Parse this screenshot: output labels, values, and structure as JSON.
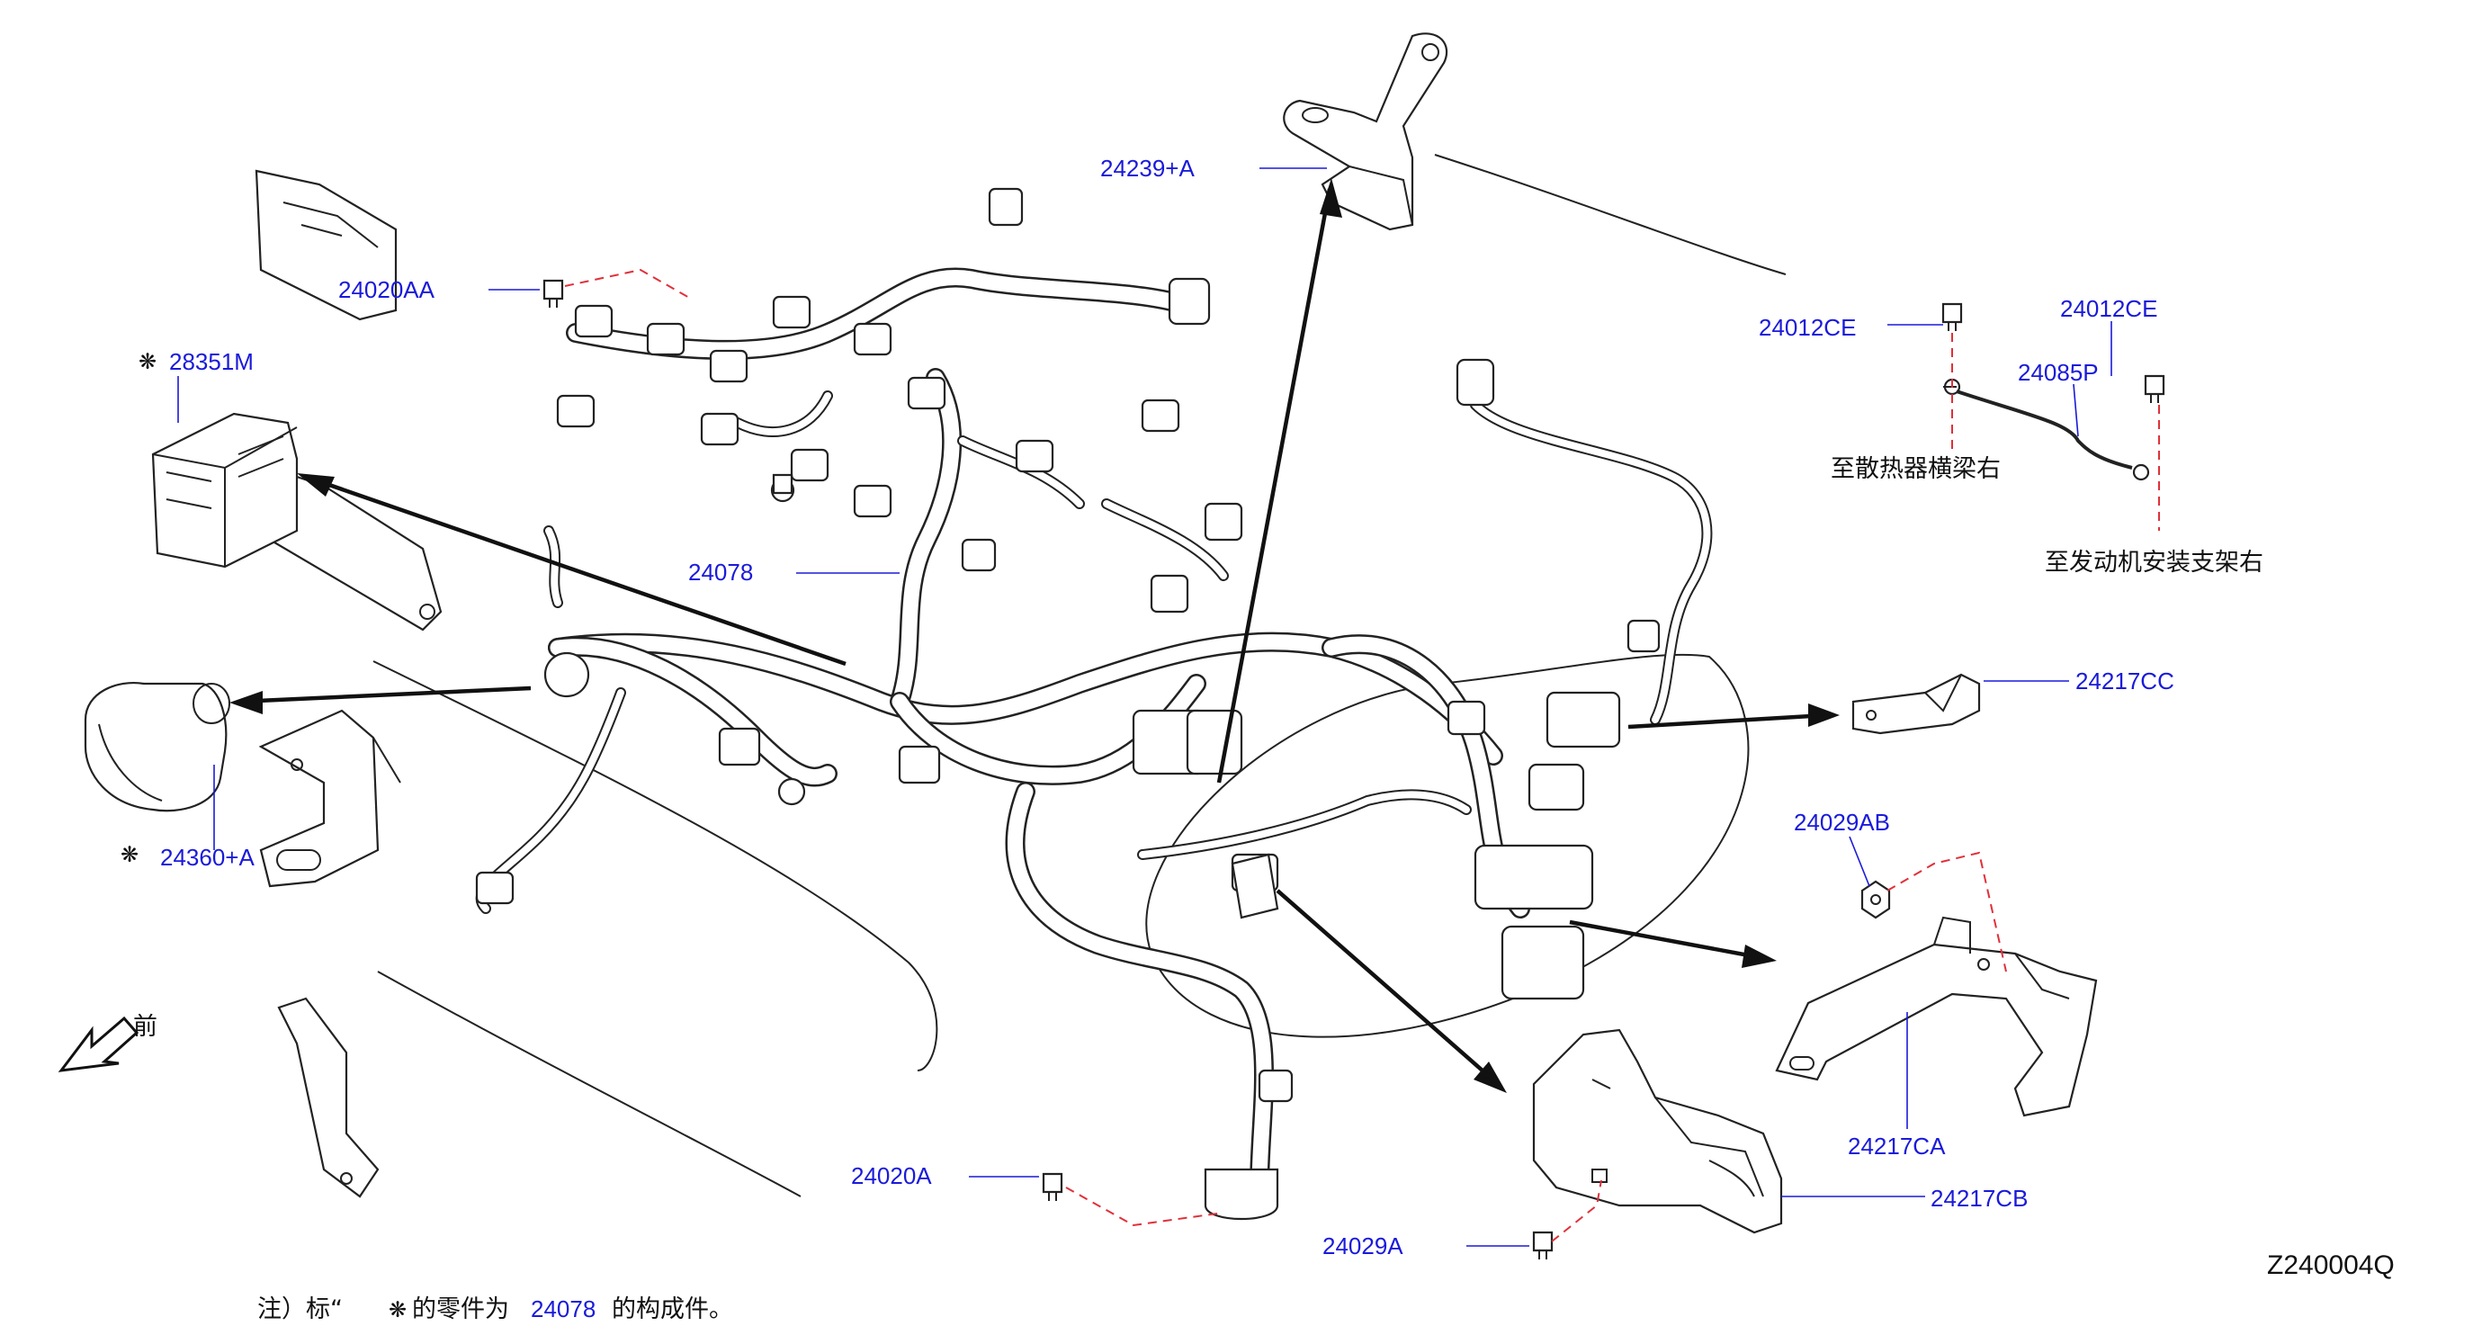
{
  "labels": {
    "p24239A": "24239+A",
    "p24020AA": "24020AA",
    "p28351M": "28351M",
    "p24078": "24078",
    "p24360A": "24360+A",
    "p24012CE_left": "24012CE",
    "p24012CE_right": "24012CE",
    "p24085P": "24085P",
    "p24217CC": "24217CC",
    "p24029AB": "24029AB",
    "p24217CA": "24217CA",
    "p24217CB": "24217CB",
    "p24020A": "24020A",
    "p24029A": "24029A"
  },
  "annotations": {
    "to_radiator": "至散热器横梁右",
    "to_engine_mount": "至发动机安装支架右",
    "front": "前",
    "component_symbol": "❋"
  },
  "footnote": {
    "prefix": "注）标“",
    "middle": "的零件为",
    "part": "24078",
    "suffix": "的构成件。"
  },
  "diagram_code": "Z240004Q",
  "colors": {
    "part_number": "#1a1adb",
    "dashed_leader": "#e0303a",
    "line": "#222222"
  }
}
